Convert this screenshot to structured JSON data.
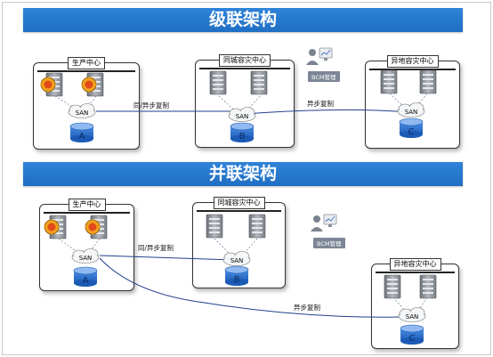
{
  "cascade": {
    "title": "级联架构",
    "production": "生产中心",
    "local_dr": "同城容灾中心",
    "remote_dr": "异地容灾中心",
    "sync_async_label": "同/异步复制",
    "async_label": "异步复制",
    "bcm_label": "BCM管理",
    "san": "SAN",
    "disk_a": "A",
    "disk_b": "B",
    "disk_c": "C"
  },
  "parallel": {
    "title": "并联架构",
    "production": "生产中心",
    "local_dr": "同城容灾中心",
    "remote_dr": "异地容灾中心",
    "sync_async_label": "同/异步复制",
    "async_label": "异步复制",
    "bcm_label": "BCM管理",
    "san": "SAN",
    "disk_a": "A",
    "disk_b": "B",
    "disk_c": "C"
  },
  "colors": {
    "banner": "#2276cf",
    "link_line": "#1e3f8c",
    "disk_blue": "#2a6fd0",
    "server_gray": "#8a8f96"
  }
}
